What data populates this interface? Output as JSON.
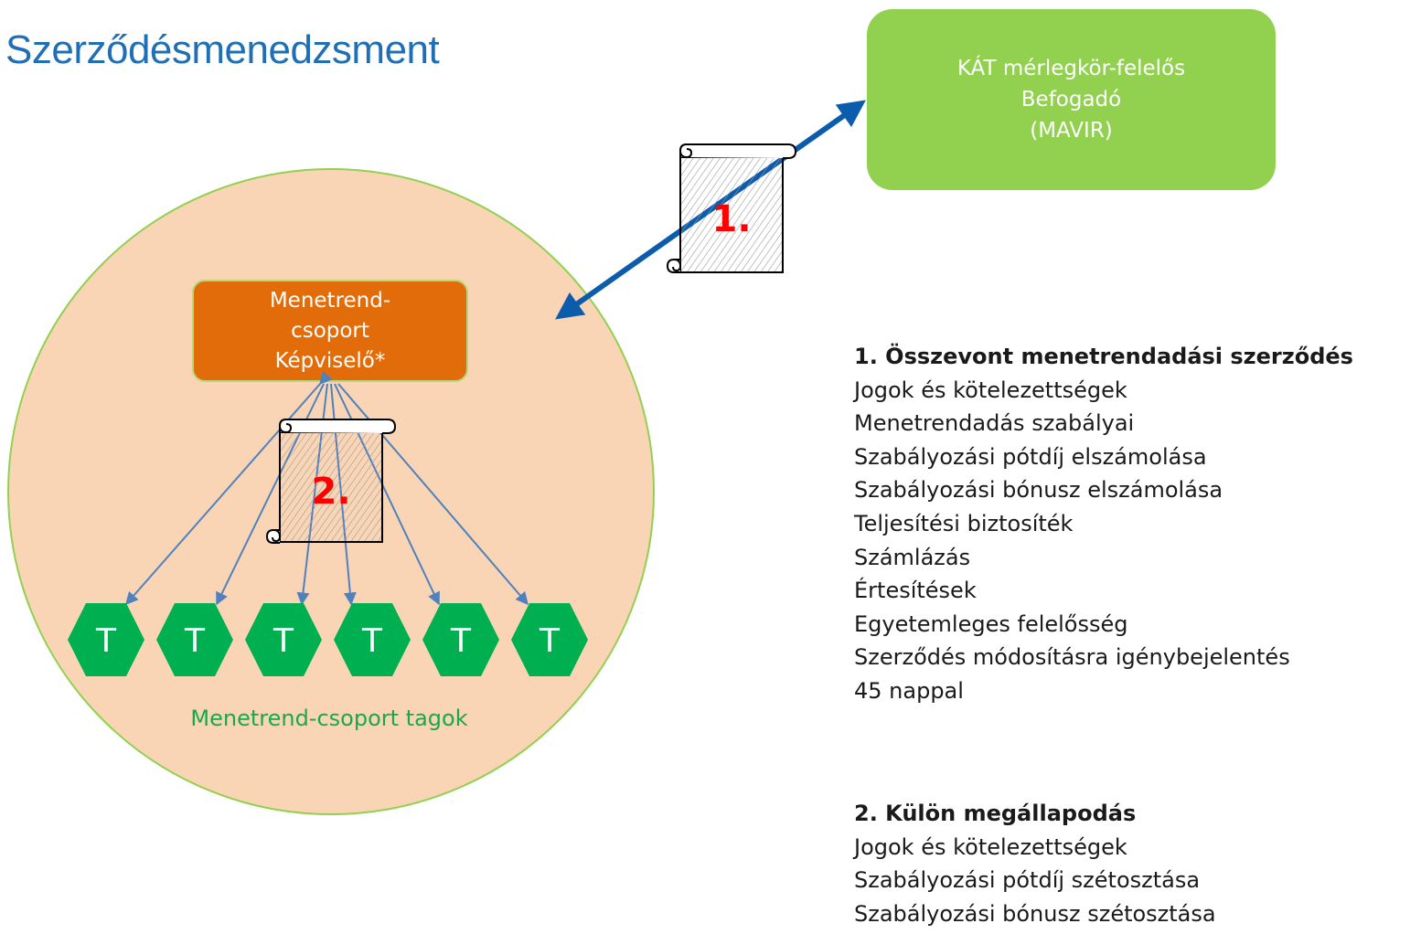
{
  "title": "Szerződésmenedzsment",
  "mavir_box": {
    "lines": [
      "KÁT mérlegkör-felelős",
      "Befogadó",
      "(MAVIR)"
    ]
  },
  "representative_box": {
    "lines": [
      "Menetrend-",
      "csoport",
      "Képviselő*"
    ]
  },
  "members": {
    "hex_label": "T",
    "count": 6,
    "label": "Menetrend-csoport tagok"
  },
  "scrolls": [
    {
      "number": "1."
    },
    {
      "number": "2."
    }
  ],
  "contract_1": {
    "heading": "1. Összevont menetrendadási szerződés",
    "items": [
      "Jogok és kötelezettségek",
      "Menetrendadás szabályai",
      "Szabályozási pótdíj elszámolása",
      "Szabályozási bónusz elszámolása",
      "Teljesítési biztosíték",
      "Számlázás",
      "Értesítések",
      "Egyetemleges felelősség",
      "Szerződés módosításra igénybejelentés",
      "45 nappal"
    ]
  },
  "contract_2": {
    "heading": "2. Külön megállapodás",
    "items": [
      "Jogok és kötelezettségek",
      "Szabályozási pótdíj szétosztása",
      "Szabályozási bónusz szétosztása"
    ]
  },
  "colors": {
    "title": "#1f6fb5",
    "mavir_fill": "#92d050",
    "circle_fill": "#f9d5b5",
    "representative_fill": "#e36c0a",
    "hexagon_fill": "#00b050",
    "arrow_blue": "#0b5cad",
    "arrow_light_blue": "#4f81bd",
    "scroll_number": "#ff0000",
    "members_label": "#19a84c"
  }
}
